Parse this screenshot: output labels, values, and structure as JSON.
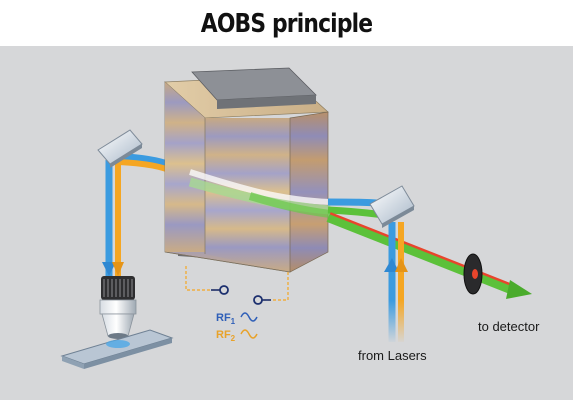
{
  "title": "AOBS principle",
  "labels": {
    "from_lasers": "from Lasers",
    "to_detector": "to detector",
    "rf1_main": "RF",
    "rf1_sub": "1",
    "rf2_main": "RF",
    "rf2_sub": "2"
  },
  "colors": {
    "background": "#d6d7d9",
    "blue_beam": "#3b9be0",
    "orange_beam": "#f5a623",
    "green_beam": "#5cc13a",
    "red_beam": "#e8452c",
    "rf1_text": "#2f5fb8",
    "rf2_text": "#e8a22a"
  },
  "icons": {
    "crystal": "aobs-crystal-icon",
    "mirror_left": "mirror-icon",
    "mirror_right": "mirror-icon",
    "objective": "microscope-objective-icon",
    "slide": "specimen-slide-icon",
    "pinhole": "pinhole-aperture-icon"
  }
}
